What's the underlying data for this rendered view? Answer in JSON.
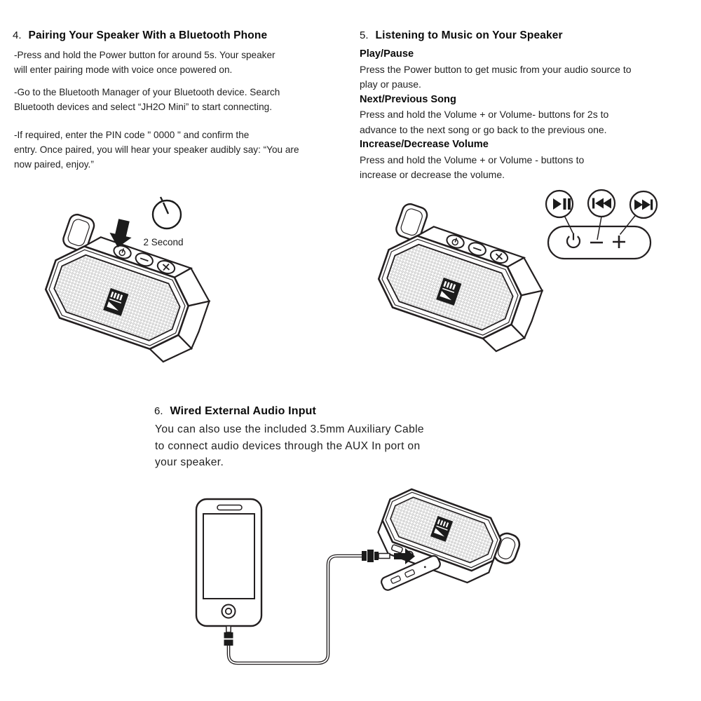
{
  "colors": {
    "line": "#231f20",
    "mesh_dot": "#b8b8b8",
    "text": "#1f1f1f",
    "arrow_fill": "#1b1b1b",
    "background": "#ffffff"
  },
  "section4": {
    "number": "4.",
    "title": "Pairing Your Speaker With a Bluetooth Phone",
    "paragraphs": [
      [
        "-Press and hold the Power button for around 5s. Your speaker",
        "will enter pairing mode with voice once powered on."
      ],
      [
        "-Go to the Bluetooth Manager of your Bluetooth device.  Search",
        "Bluetooth devices and select “JH2O Mini” to start connecting."
      ],
      [
        "-If required, enter the PIN code \" 0000 \" and confirm the",
        "entry. Once paired, you will hear your speaker audibly say: “You are",
        "now paired, enjoy.”"
      ]
    ]
  },
  "section5": {
    "number": "5.",
    "title": "Listening to Music on Your Speaker",
    "items": [
      {
        "subtitle": "Play/Pause",
        "lines": [
          "Press the Power button to get music from your audio source to",
          "play or pause."
        ]
      },
      {
        "subtitle": "Next/Previous Song",
        "lines": [
          "Press and hold the Volume + or Volume- buttons for 2s to",
          "advance to the next song or go back to the previous one."
        ]
      },
      {
        "subtitle": "Increase/Decrease Volume",
        "lines": [
          "Press and hold the Volume + or Volume - buttons to",
          "increase or decrease the volume."
        ]
      }
    ]
  },
  "section6": {
    "number": "6.",
    "title": "Wired External Audio Input",
    "lines": [
      "You can also use the included 3.5mm Auxiliary Cable",
      "to connect audio devices through the AUX In port on",
      "your speaker."
    ]
  },
  "illustrations": {
    "pairing": {
      "timer_label": "2 Second"
    },
    "icon_names": [
      "press-arrow-icon",
      "stopwatch-icon",
      "power-icon",
      "volume-minus-icon",
      "volume-plus-icon",
      "play-pause-icon",
      "previous-track-icon",
      "next-track-icon",
      "aux-plug-icon",
      "phone-illustration",
      "speaker-illustration",
      "aux-cable"
    ]
  }
}
